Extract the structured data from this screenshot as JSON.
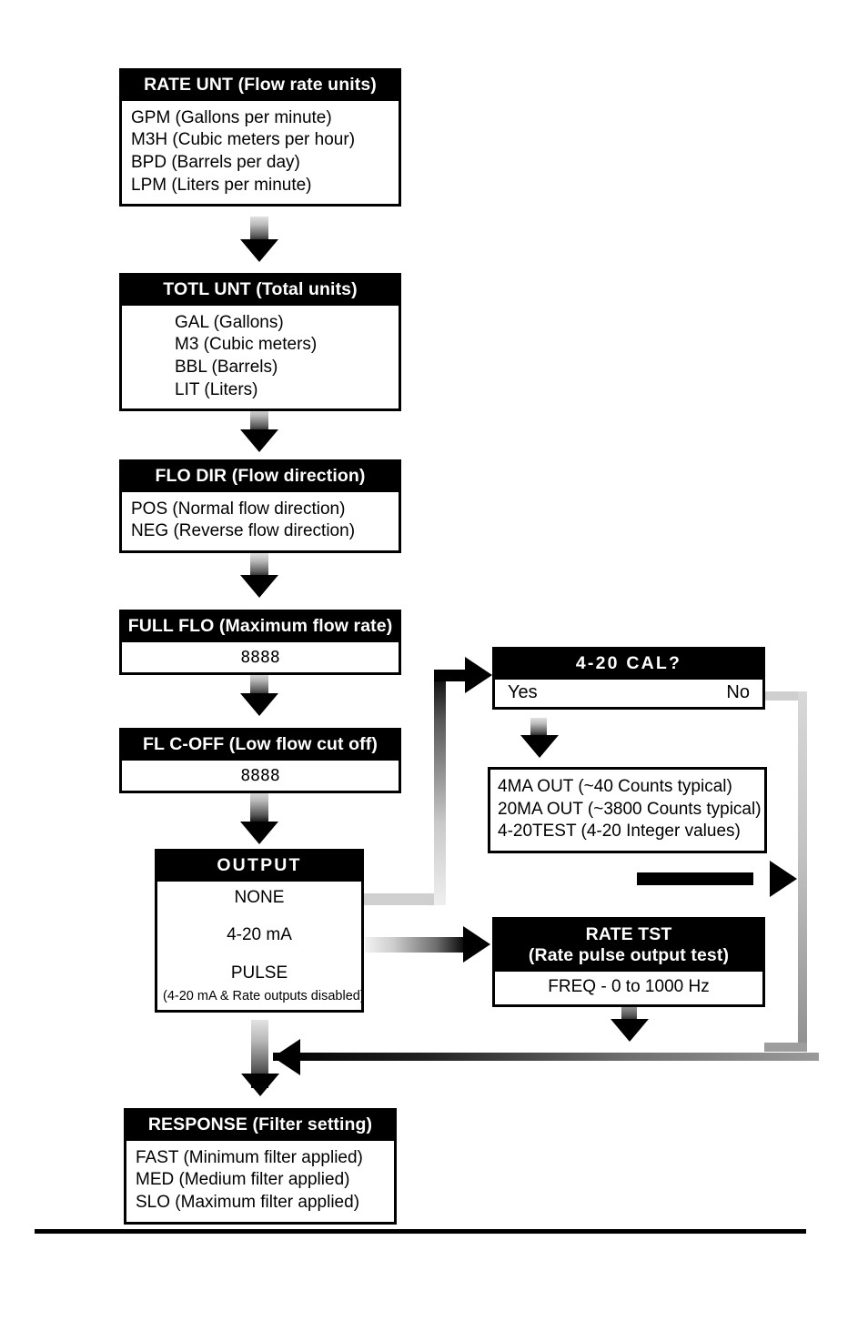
{
  "diagram": {
    "title": "Flow meter configuration menu flow",
    "colors": {
      "header_bg": "#000000",
      "header_text": "#ffffff",
      "box_border": "#000000",
      "page_bg": "#ffffff"
    }
  },
  "nodes": {
    "rate_unt": {
      "header": "RATE UNT (Flow rate units)",
      "items": [
        "GPM (Gallons per minute)",
        "M3H (Cubic meters per hour)",
        "BPD (Barrels per day)",
        "LPM (Liters per minute)"
      ]
    },
    "totl_unt": {
      "header": "TOTL UNT (Total units)",
      "items": [
        "GAL (Gallons)",
        "M3 (Cubic meters)",
        "BBL (Barrels)",
        "LIT (Liters)"
      ]
    },
    "flo_dir": {
      "header": "FLO DIR (Flow direction)",
      "items": [
        "POS (Normal flow direction)",
        "NEG (Reverse flow direction)"
      ]
    },
    "full_flo": {
      "header": "FULL FLO (Maximum flow rate)",
      "value": "8888"
    },
    "fl_coff": {
      "header": "FL C-OFF (Low flow cut off)",
      "value": "8888"
    },
    "output": {
      "header": "OUTPUT",
      "option_none": "NONE",
      "option_420": "4-20 mA",
      "option_pulse": "PULSE",
      "pulse_note": "(4-20 mA & Rate outputs disabled)"
    },
    "cal_420": {
      "header": "4-20 CAL?",
      "yes": "Yes",
      "no": "No"
    },
    "cal_detail": {
      "items": [
        "4MA OUT (~40 Counts typical)",
        "20MA OUT (~3800 Counts typical)",
        "4-20TEST (4-20 Integer values)"
      ]
    },
    "rate_tst": {
      "header_line1": "RATE TST",
      "header_line2": "(Rate pulse output test)",
      "value": "FREQ - 0 to 1000 Hz"
    },
    "response": {
      "header": "RESPONSE (Filter setting)",
      "items": [
        "FAST (Minimum filter applied)",
        "MED (Medium filter applied)",
        "SLO (Maximum filter applied)"
      ]
    }
  },
  "connectors": [
    {
      "name": "rate-unt-to-totl-unt",
      "kind": "arrow-down"
    },
    {
      "name": "totl-unt-to-flo-dir",
      "kind": "arrow-down"
    },
    {
      "name": "flo-dir-to-full-flo",
      "kind": "arrow-down"
    },
    {
      "name": "full-flo-to-fl-coff",
      "kind": "arrow-down"
    },
    {
      "name": "fl-coff-to-output",
      "kind": "arrow-down"
    },
    {
      "name": "output-420ma-to-cal",
      "kind": "elbow-right-up-arrow"
    },
    {
      "name": "cal-yes-to-cal-detail",
      "kind": "arrow-down"
    },
    {
      "name": "cal-detail-to-return",
      "kind": "arrow-right"
    },
    {
      "name": "cal-no-to-return",
      "kind": "elbow-right-down"
    },
    {
      "name": "output-pulse-to-rate-tst",
      "kind": "arrow-right"
    },
    {
      "name": "rate-tst-to-return",
      "kind": "arrow-down"
    },
    {
      "name": "return-to-response",
      "kind": "arrow-left"
    },
    {
      "name": "output-to-response",
      "kind": "arrow-down"
    }
  ]
}
